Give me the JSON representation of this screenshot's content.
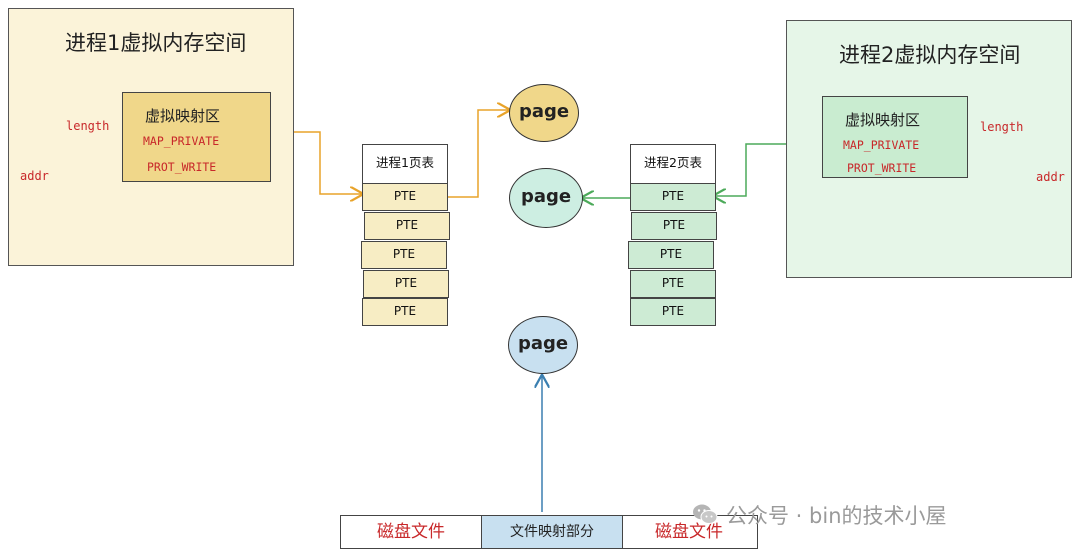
{
  "process1": {
    "space_title": "进程1虚拟内存空间",
    "vma_title": "虚拟映射区",
    "flag_map": "MAP_PRIVATE",
    "flag_prot": "PROT_WRITE",
    "length_label": "length",
    "addr_label": "addr",
    "pagetable_title": "进程1页表",
    "ptes": [
      "PTE",
      "PTE",
      "PTE",
      "PTE",
      "PTE"
    ]
  },
  "process2": {
    "space_title": "进程2虚拟内存空间",
    "vma_title": "虚拟映射区",
    "flag_map": "MAP_PRIVATE",
    "flag_prot": "PROT_WRITE",
    "length_label": "length",
    "addr_label": "addr",
    "pagetable_title": "进程2页表",
    "ptes": [
      "PTE",
      "PTE",
      "PTE",
      "PTE",
      "PTE"
    ]
  },
  "pages": {
    "top": "page",
    "middle": "page",
    "bottom": "page"
  },
  "file": {
    "left": "磁盘文件",
    "mapped": "文件映射部分",
    "right": "磁盘文件"
  },
  "watermark": {
    "text": "公众号 · bin的技术小屋"
  },
  "colors": {
    "yellow_fill": "#f0d78a",
    "green_fill": "#c9ecd0",
    "blue_fill": "#c8e0f0",
    "red_text": "#c8282a",
    "orange_arrow": "#e8a32a",
    "green_arrow": "#4caa5a",
    "blue_arrow": "#3b7fb0"
  }
}
